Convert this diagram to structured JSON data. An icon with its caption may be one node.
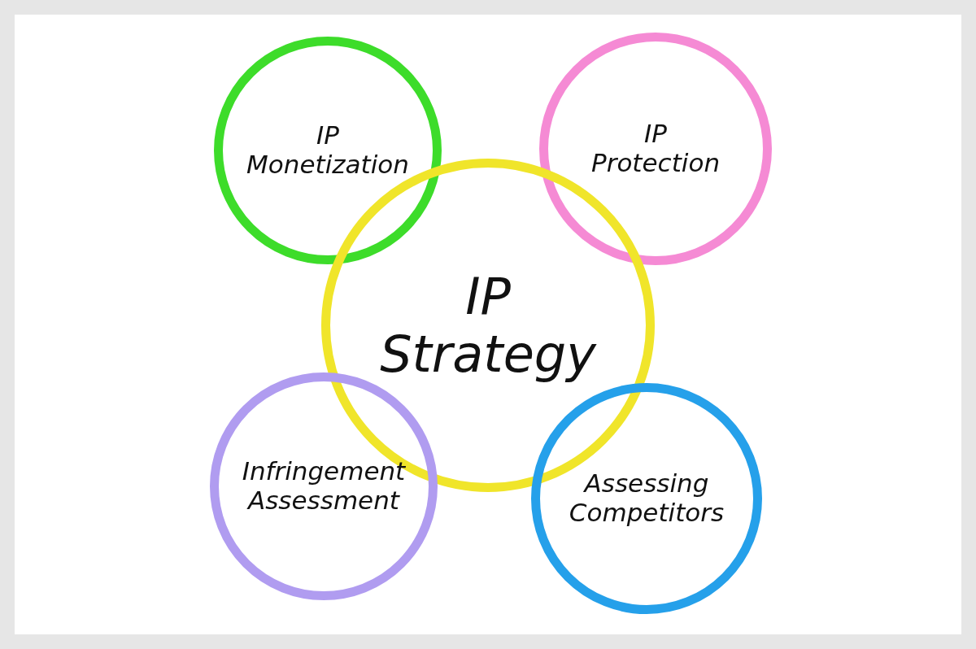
{
  "diagram": {
    "nodes": [
      {
        "text": [
          "IP Monetization"
        ]
      },
      {
        "text": [
          "IP Protection"
        ]
      },
      {
        "text": [
          "IP Strategy"
        ]
      },
      {
        "text": [
          "Infringement Assessment"
        ]
      },
      {
        "text": [
          "Assessing Competitors"
        ]
      }
    ]
  }
}
